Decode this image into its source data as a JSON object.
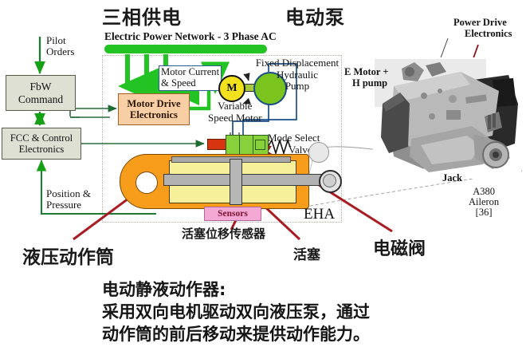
{
  "titles": {
    "three_phase": "三相供电",
    "electric_pump": "电动泵"
  },
  "flow": {
    "pilot_orders": "Pilot\nOrders",
    "pilot_orders_l1": "Pilot",
    "pilot_orders_l2": "Orders",
    "fbw_l1": "FbW",
    "fbw_l2": "Command",
    "fcc_l1": "FCC & Control",
    "fcc_l2": "Electronics",
    "position_l1": "Position &",
    "position_l2": "Pressure"
  },
  "power": {
    "network_label": "Electric Power Network - 3 Phase AC",
    "bar_color": "#22c322",
    "arrow_count": 3
  },
  "blocks": {
    "motor_drive_l1": "Motor Drive",
    "motor_drive_l2": "Electronics",
    "motor_current_l1": "Motor Current",
    "motor_current_l2": "& Speed",
    "motor_symbol": "M",
    "variable_motor_l1": "Variable",
    "variable_motor_l2": "Speed Motor",
    "pump_l1": "Fixed Displacement",
    "pump_l2": "Hydraulic",
    "pump_l3": "Pump",
    "mode_valve_l1": "Mode Select",
    "mode_valve_l2": "Valve",
    "sensors": "Sensors",
    "eha": "EHA"
  },
  "photo": {
    "power_drive_l1": "Power Drive",
    "power_drive_l2": "Electronics",
    "emotor_l1": "E Motor +",
    "emotor_l2": "H pump",
    "jack": "Jack",
    "a380_l1": "A380",
    "a380_l2": "Aileron",
    "a380_l3": "[36]"
  },
  "annotations": {
    "cylinder": "液压动作筒",
    "piston_sensor": "活塞位移传感器",
    "piston": "活塞",
    "solenoid": "电磁阀"
  },
  "description": {
    "line1": "电动静液动作器:",
    "line2": "采用双向电机驱动双向液压泵，通过",
    "line3": "动作筒的前后移动来提供动作能力。"
  },
  "colors": {
    "green_line": "#1f6b34",
    "green_bright": "#22c322",
    "orange_body": "#f89c1c",
    "yellow_cylinder": "#f6f09a",
    "valve_green": "#88d13b",
    "solenoid_red": "#d6350f",
    "pink_sensor": "#f3a9d4",
    "peach_box": "#f8cfa4",
    "gray_box": "#dfe0d4",
    "annotation_red": "#a81c22",
    "blue_pipe": "#1a4e86"
  }
}
